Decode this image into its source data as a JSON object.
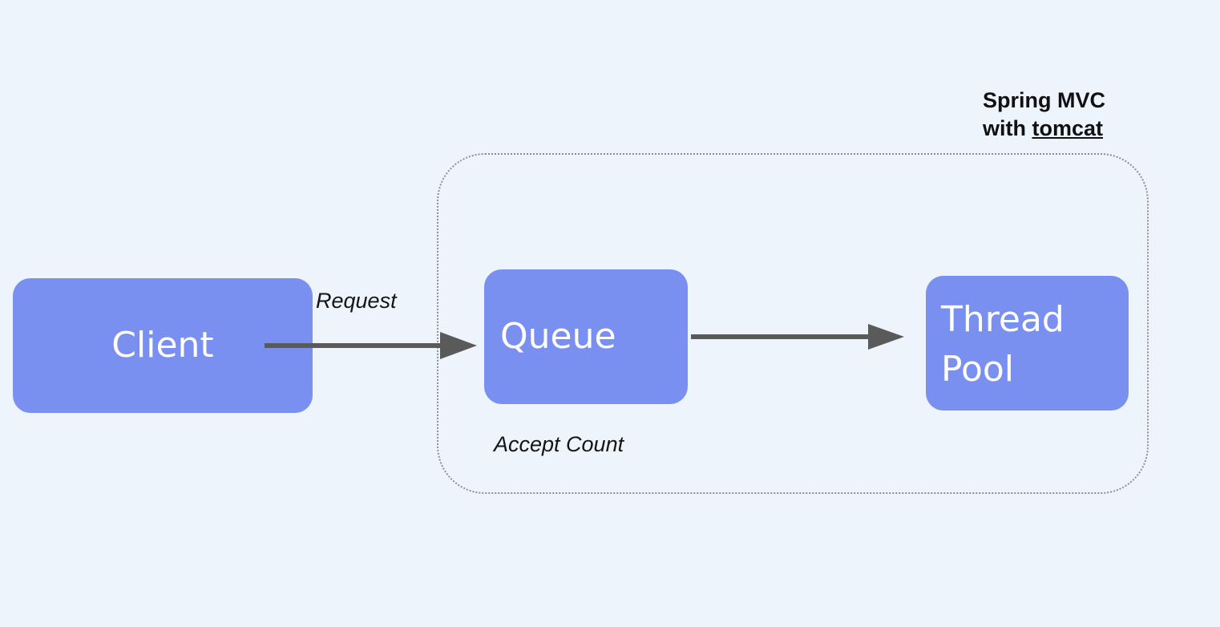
{
  "container": {
    "title_line1": "Spring MVC",
    "title_line2_prefix": "with ",
    "title_line2_underlined": "tomcat"
  },
  "nodes": {
    "client": "Client",
    "queue": "Queue",
    "thread_pool_line1": "Thread",
    "thread_pool_line2": "Pool"
  },
  "edges": {
    "request_label": "Request",
    "accept_count_label": "Accept Count"
  },
  "colors": {
    "background": "#eef4fc",
    "node_fill": "#7990f1",
    "arrow": "#5a5a5a",
    "container_border": "#8e8e96"
  }
}
